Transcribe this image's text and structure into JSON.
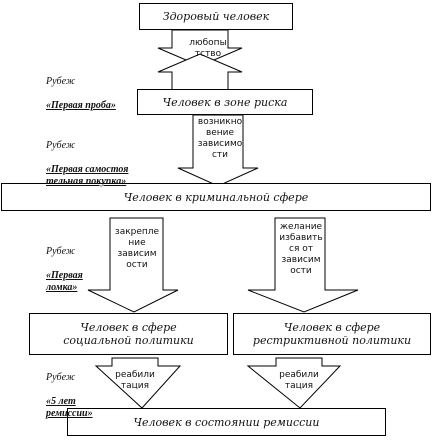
{
  "boxes": {
    "healthy": "Здоровый человек",
    "risk_zone": "Человек в зоне риска",
    "criminal": "Человек в криминальной сфере",
    "social_policy": "Человек в сфере\nсоциальной политики",
    "restrictive_policy": "Человек в сфере\nрестриктивной политики",
    "remission": "Человек в состоянии ремиссии"
  },
  "arrow_labels": {
    "curiosity": "любопы\nтство",
    "dependence_onset": "возникно\nвение\nзависимо\nсти",
    "dependence_fixation": "закрепле\nние\nзависим\nости",
    "quit_desire": "желание\nизбавить\nся от\nзависим\nости",
    "rehab_left": "реабили\nтация",
    "rehab_right": "реабили\nтация"
  },
  "stages": {
    "first_try": {
      "title": "Рубеж",
      "name": "«Первая проба»"
    },
    "first_purchase": {
      "title": "Рубеж",
      "name": "«Первая самостоя\nтельная покупка»"
    },
    "first_withdrawal": {
      "title": "Рубеж",
      "name": "«Первая\nломка»"
    },
    "remission_5y": {
      "title": "Рубеж",
      "name": "«5 лет\nремиссии»"
    }
  }
}
